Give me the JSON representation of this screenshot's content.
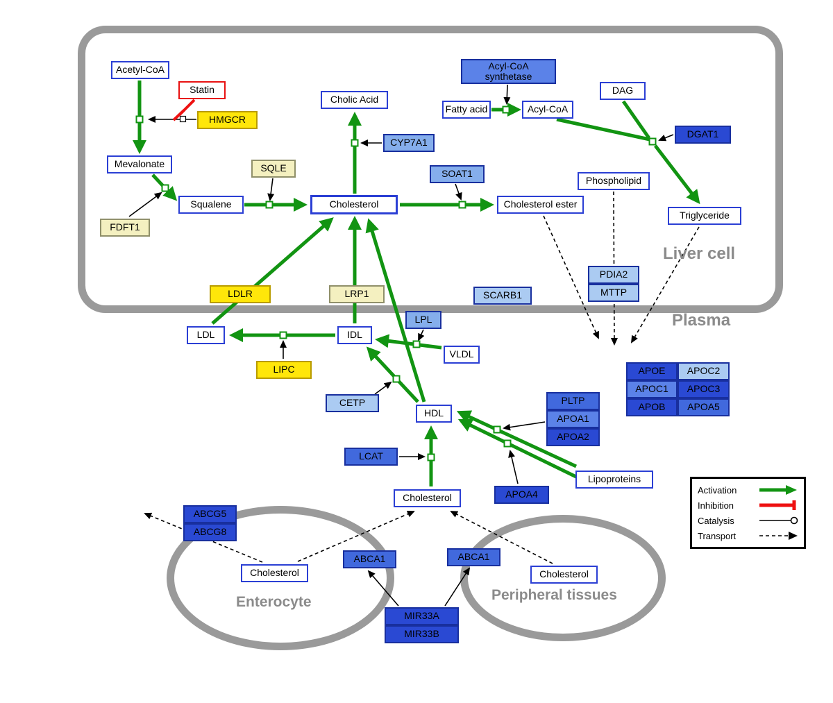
{
  "sections": {
    "liver_cell": "Liver cell",
    "plasma": "Plasma",
    "enterocyte": "Enterocyte",
    "peripheral_tissues": "Peripheral tissues"
  },
  "legend": {
    "activation": "Activation",
    "inhibition": "Inhibition",
    "catalysis": "Catalysis",
    "transport": "Transport"
  },
  "colors": {
    "activation_green": "#129412",
    "inhibition_red": "#ee1111",
    "membrane_gray": "#9a9a9a",
    "metabolite_border_blue": "#2b3fd4",
    "gene_yellow": "#ffe60a",
    "gene_pale_yellow": "#f4f0c0",
    "gene_light_blue": "#85aeec",
    "gene_medium_blue": "#5b82e8",
    "gene_dark_blue": "#2a49d3"
  },
  "nodes": {
    "acetyl_coa": {
      "label": "Acetyl-CoA"
    },
    "statin": {
      "label": "Statin"
    },
    "hmgcr": {
      "label": "HMGCR"
    },
    "mevalonate": {
      "label": "Mevalonate"
    },
    "sqle": {
      "label": "SQLE"
    },
    "fdft1": {
      "label": "FDFT1"
    },
    "squalene": {
      "label": "Squalene"
    },
    "cholic_acid": {
      "label": "Cholic Acid"
    },
    "cyp7a1": {
      "label": "CYP7A1"
    },
    "cholesterol_liver": {
      "label": "Cholesterol"
    },
    "soat1": {
      "label": "SOAT1"
    },
    "cholesterol_ester": {
      "label": "Cholesterol ester"
    },
    "acyl_coa_synthetase": {
      "label": "Acyl-CoA synthetase"
    },
    "fatty_acid": {
      "label": "Fatty acid"
    },
    "acyl_coa": {
      "label": "Acyl-CoA"
    },
    "dag": {
      "label": "DAG"
    },
    "dgat1": {
      "label": "DGAT1"
    },
    "phospholipid": {
      "label": "Phospholipid"
    },
    "triglyceride": {
      "label": "Triglyceride"
    },
    "ldlr": {
      "label": "LDLR"
    },
    "lrp1": {
      "label": "LRP1"
    },
    "scarb1": {
      "label": "SCARB1"
    },
    "pdia2": {
      "label": "PDIA2"
    },
    "mttp": {
      "label": "MTTP"
    },
    "ldl": {
      "label": "LDL"
    },
    "idl": {
      "label": "IDL"
    },
    "lpl": {
      "label": "LPL"
    },
    "vldl": {
      "label": "VLDL"
    },
    "lipc": {
      "label": "LIPC"
    },
    "cetp": {
      "label": "CETP"
    },
    "hdl": {
      "label": "HDL"
    },
    "pltp": {
      "label": "PLTP"
    },
    "apoa1": {
      "label": "APOA1"
    },
    "apoa2": {
      "label": "APOA2"
    },
    "apoe": {
      "label": "APOE"
    },
    "apoc2": {
      "label": "APOC2"
    },
    "apoc1": {
      "label": "APOC1"
    },
    "apoc3": {
      "label": "APOC3"
    },
    "apob": {
      "label": "APOB"
    },
    "apoa5": {
      "label": "APOA5"
    },
    "lcat": {
      "label": "LCAT"
    },
    "apoa4": {
      "label": "APOA4"
    },
    "lipoproteins": {
      "label": "Lipoproteins"
    },
    "cholesterol_plasma": {
      "label": "Cholesterol"
    },
    "abcg5": {
      "label": "ABCG5"
    },
    "abcg8": {
      "label": "ABCG8"
    },
    "cholesterol_enterocyte": {
      "label": "Cholesterol"
    },
    "abca1_enterocyte": {
      "label": "ABCA1"
    },
    "abca1_peripheral": {
      "label": "ABCA1"
    },
    "cholesterol_peripheral": {
      "label": "Cholesterol"
    },
    "mir33a": {
      "label": "MIR33A"
    },
    "mir33b": {
      "label": "MIR33B"
    }
  }
}
